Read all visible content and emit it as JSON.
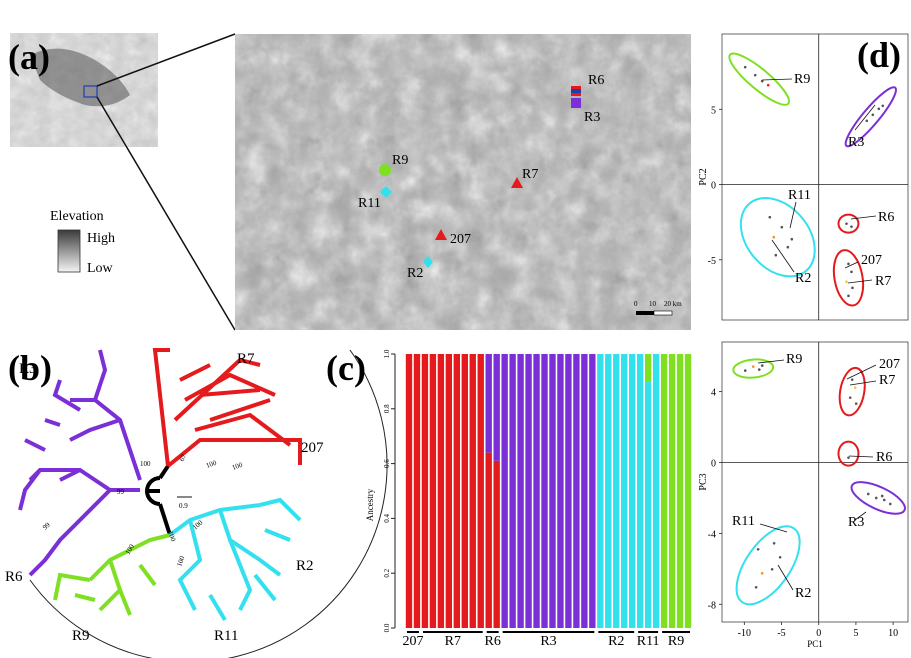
{
  "panels": {
    "a": "(a)",
    "b": "(b)",
    "c": "(c)",
    "d": "(d)"
  },
  "colors": {
    "R7": "#e41a1c",
    "207": "#e41a1c",
    "R6": "#e41a1c",
    "R3": "#7b2fd6",
    "R2": "#33e0ee",
    "R11": "#33e0ee",
    "R9": "#7fe022"
  },
  "map": {
    "legend_title": "Elevation",
    "legend_high": "High",
    "legend_low": "Low",
    "scale_labels": [
      "0",
      "10",
      "20 km"
    ],
    "sites": [
      {
        "label": "R6",
        "shape": "square-split",
        "color": "#e41a1c"
      },
      {
        "label": "R3",
        "shape": "square",
        "color": "#7b2fd6"
      },
      {
        "label": "R9",
        "shape": "circle",
        "color": "#7fe022"
      },
      {
        "label": "R11",
        "shape": "diamond",
        "color": "#33e0ee"
      },
      {
        "label": "R7",
        "shape": "triangle",
        "color": "#e41a1c"
      },
      {
        "label": "207",
        "shape": "triangle",
        "color": "#e41a1c"
      },
      {
        "label": "R2",
        "shape": "diamond",
        "color": "#33e0ee"
      }
    ]
  },
  "tree": {
    "clade_labels": [
      "R7",
      "207",
      "R2",
      "R11",
      "R9",
      "R6",
      "R3"
    ],
    "bootstrap": [
      "100",
      "67",
      "100",
      "100",
      "99",
      "100",
      "100",
      "100",
      "99",
      "100"
    ],
    "scale": "0.9"
  },
  "structure": {
    "ylabel": "Ancestry",
    "yticks": [
      "0.0",
      "0.2",
      "0.4",
      "0.6",
      "0.8",
      "1.0"
    ],
    "groups": [
      "207",
      "R7",
      "R6",
      "R3",
      "R2",
      "R11",
      "R9"
    ]
  },
  "chart_data": [
    {
      "type": "bar",
      "title": "",
      "ylabel": "Ancestry",
      "ylim": [
        0,
        1
      ],
      "stacked": true,
      "individuals": 36,
      "series": [
        {
          "color": "#e41a1c",
          "values": [
            1,
            1,
            1,
            1,
            1,
            1,
            1,
            1,
            1,
            1,
            0.64,
            0.61,
            0,
            0,
            0,
            0,
            0,
            0,
            0,
            0,
            0,
            0,
            0,
            0,
            0,
            0,
            0,
            0,
            0,
            0,
            0,
            0,
            0,
            0,
            0,
            0
          ]
        },
        {
          "color": "#7b2fd6",
          "values": [
            0,
            0,
            0,
            0,
            0,
            0,
            0,
            0,
            0,
            0,
            0.36,
            0.39,
            1,
            1,
            1,
            1,
            1,
            1,
            1,
            1,
            1,
            1,
            1,
            1,
            0,
            0,
            0,
            0,
            0,
            0,
            0,
            0,
            0,
            0,
            0,
            0
          ]
        },
        {
          "color": "#33e0ee",
          "values": [
            0,
            0,
            0,
            0,
            0,
            0,
            0,
            0,
            0,
            0,
            0,
            0,
            0,
            0,
            0,
            0,
            0,
            0,
            0,
            0,
            0,
            0,
            0,
            0,
            1,
            1,
            1,
            1,
            1,
            1,
            0.9,
            1,
            0,
            0,
            0,
            0
          ]
        },
        {
          "color": "#7fe022",
          "values": [
            0,
            0,
            0,
            0,
            0,
            0,
            0,
            0,
            0,
            0,
            0,
            0,
            0,
            0,
            0,
            0,
            0,
            0,
            0,
            0,
            0,
            0,
            0,
            0,
            0,
            0,
            0,
            0,
            0,
            0,
            0.1,
            0,
            1,
            1,
            1,
            1
          ]
        }
      ]
    },
    {
      "type": "scatter",
      "xlabel": "",
      "ylabel": "PC2",
      "yticks": [
        "5",
        "0",
        "-5"
      ],
      "groups": [
        {
          "name": "R9",
          "cx": -8,
          "cy": 7.0
        },
        {
          "name": "R3",
          "cx": 7,
          "cy": 4.5
        },
        {
          "name": "R11",
          "cx": -6,
          "cy": -3.0
        },
        {
          "name": "R2",
          "cx": -6,
          "cy": -4.0
        },
        {
          "name": "R6",
          "cx": 4,
          "cy": -2.5
        },
        {
          "name": "207",
          "cx": 4,
          "cy": -5.5
        },
        {
          "name": "R7",
          "cx": 4,
          "cy": -6.5
        }
      ]
    },
    {
      "type": "scatter",
      "xlabel": "PC1",
      "ylabel": "PC3",
      "xticks": [
        "-10",
        "-5",
        "0",
        "5",
        "10"
      ],
      "yticks": [
        "4",
        "0",
        "-4",
        "-8"
      ],
      "groups": [
        {
          "name": "R9",
          "cx": -8,
          "cy": 5.2
        },
        {
          "name": "207",
          "cx": 4.5,
          "cy": 4.3
        },
        {
          "name": "R7",
          "cx": 4.5,
          "cy": 4.0
        },
        {
          "name": "R6",
          "cx": 4,
          "cy": 0.5
        },
        {
          "name": "R3",
          "cx": 8,
          "cy": -2.0
        },
        {
          "name": "R11",
          "cx": -6.5,
          "cy": -5.5
        },
        {
          "name": "R2",
          "cx": -6.5,
          "cy": -6.0
        }
      ]
    }
  ]
}
